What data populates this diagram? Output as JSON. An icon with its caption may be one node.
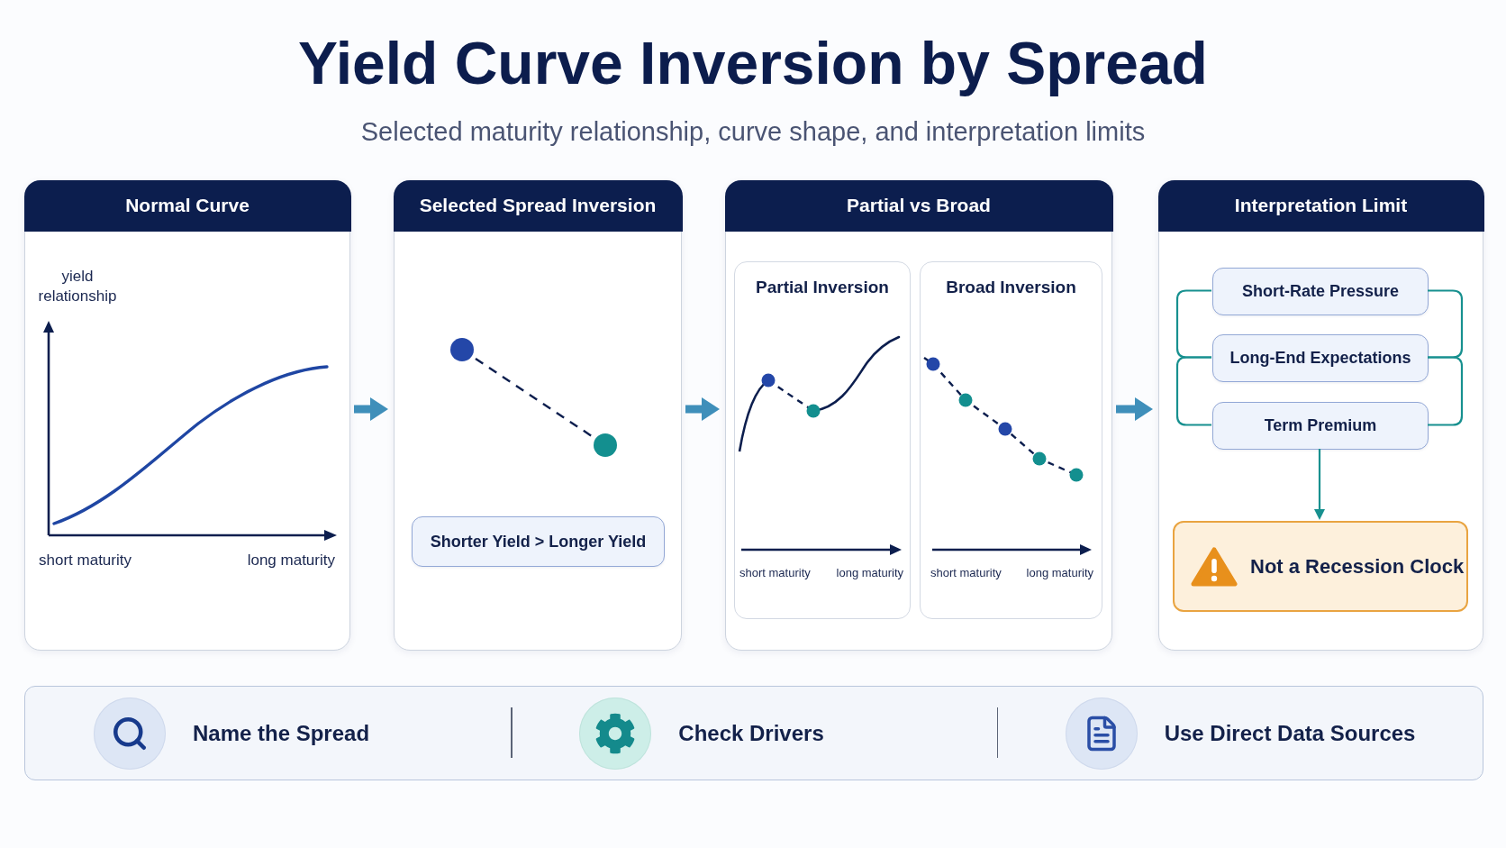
{
  "diagram": {
    "title": "Yield Curve Inversion by Spread",
    "nodes": [
      {
        "text": [
          "Normal Curve"
        ]
      },
      {
        "text": [
          "Selected Spread Inversion"
        ]
      },
      {
        "text": [
          "Shorter Yield > Longer Yield"
        ],
        "in": 1
      },
      {
        "text": [
          "Partial vs Broad"
        ]
      },
      {
        "text": [
          "Partial Inversion"
        ],
        "in": 3
      },
      {
        "text": [
          "Broad Inversion"
        ],
        "in": 3
      },
      {
        "text": [
          "Interpretation Limit"
        ]
      },
      {
        "text": [
          "Short-Rate Pressure"
        ],
        "in": 6
      },
      {
        "text": [
          "Long-End Expectations"
        ],
        "in": 6
      },
      {
        "text": [
          "Term Premium"
        ],
        "in": 6
      },
      {
        "text": [
          "Not a Recession Clock"
        ],
        "in": 6
      },
      {
        "text": [
          "Name the Spread",
          "Check Drivers",
          "Use Direct Data Sources"
        ]
      }
    ],
    "edges": [
      {
        "from": 0,
        "to": 1,
        "arrow": "to",
        "style": "thick",
        "color": "#3f8fba"
      },
      {
        "from": 1,
        "to": 3,
        "arrow": "to",
        "style": "thick",
        "color": "#3f8fba"
      },
      {
        "from": 3,
        "to": 6,
        "arrow": "to",
        "style": "thick",
        "color": "#3f8fba"
      },
      {
        "from": 7,
        "to": 8,
        "arrow": "none"
      },
      {
        "from": 8,
        "to": 9,
        "arrow": "none"
      },
      {
        "from": 7,
        "to": 8,
        "arrow": "none"
      },
      {
        "from": 8,
        "to": 9,
        "arrow": "none"
      },
      {
        "from": 9,
        "to": 10,
        "arrow": "to"
      }
    ],
    "labels": [
      "Selected maturity relationship, curve shape, and interpretation limits",
      "yield relationship",
      "short maturity",
      "long maturity",
      "short maturity",
      "long maturity",
      "short maturity",
      "long maturity"
    ]
  }
}
